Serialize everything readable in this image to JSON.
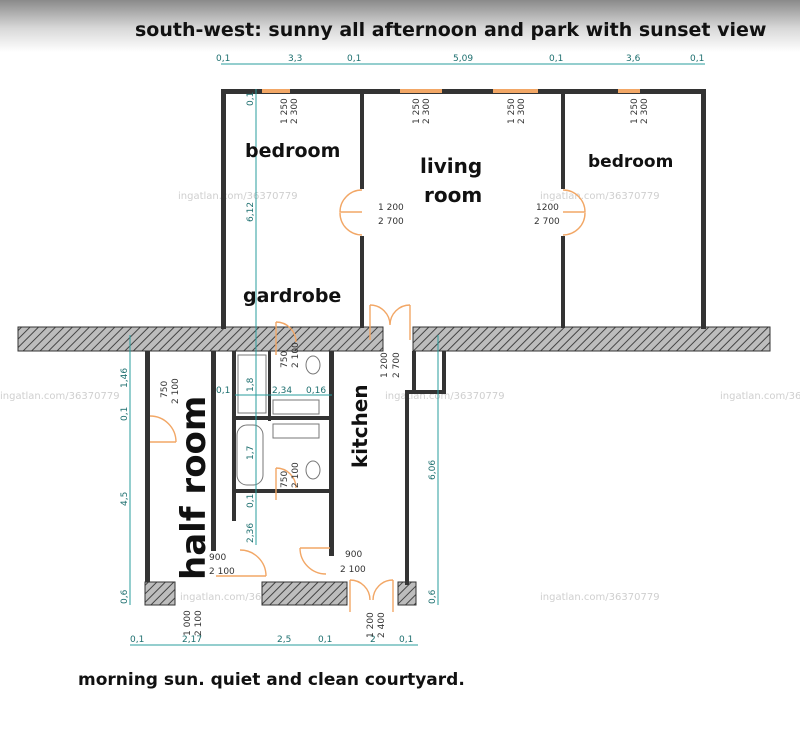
{
  "captions": {
    "top": "south-west: sunny all afternoon and park with sunset view",
    "bottom": "morning sun. quiet and clean courtyard."
  },
  "rooms": {
    "bedroom_left": "bedroom",
    "living_1": "living",
    "living_2": "room",
    "bedroom_right": "bedroom",
    "gardrobe": "gardrobe",
    "kitchen": "kitchen",
    "half_room": "half room"
  },
  "dims_top": {
    "a": "0,1",
    "b": "3,3",
    "c": "0,1",
    "d": "5,09",
    "e": "0,1",
    "f": "3,6",
    "g": "0,1"
  },
  "dims_bottom": {
    "a": "0,1",
    "b": "2,17",
    "c": "2,5",
    "d": "0,1",
    "e": "2",
    "f": "0,1"
  },
  "dims_left": {
    "a": "1,46",
    "b": "0,1",
    "c": "4,5",
    "d": "0,6"
  },
  "dims_right": {
    "a": "6,06",
    "b": "0,6"
  },
  "dims_inner": {
    "h612": "6,12",
    "h18": "1,8",
    "h17": "1,7",
    "h236": "2,36",
    "w01": "0,1",
    "w234": "2,34",
    "w016": "0,16",
    "v01a": "0,1",
    "v01b": "0,1"
  },
  "windows": {
    "w1a": "1 250",
    "w1b": "2 300",
    "w2a": "1 250",
    "w2b": "2 300",
    "w3a": "1 250",
    "w3b": "2 300",
    "w4a": "1 250",
    "w4b": "2 300"
  },
  "doors": {
    "d1a": "1 200",
    "d1b": "2 700",
    "d2a": "1200",
    "d2b": "2 700",
    "d3a": "1 200",
    "d3b": "2 700",
    "d4a": "750",
    "d4b": "2 100",
    "d5a": "750",
    "d5b": "2 100",
    "d6a": "750",
    "d6b": "2 100",
    "d7a": "900",
    "d7b": "2 100",
    "d8a": "900",
    "d8b": "2 100",
    "d9a": "1 000",
    "d9b": "2 100",
    "d10a": "1 200",
    "d10b": "2 400"
  },
  "watermark": "ingatlan.com/36370779"
}
